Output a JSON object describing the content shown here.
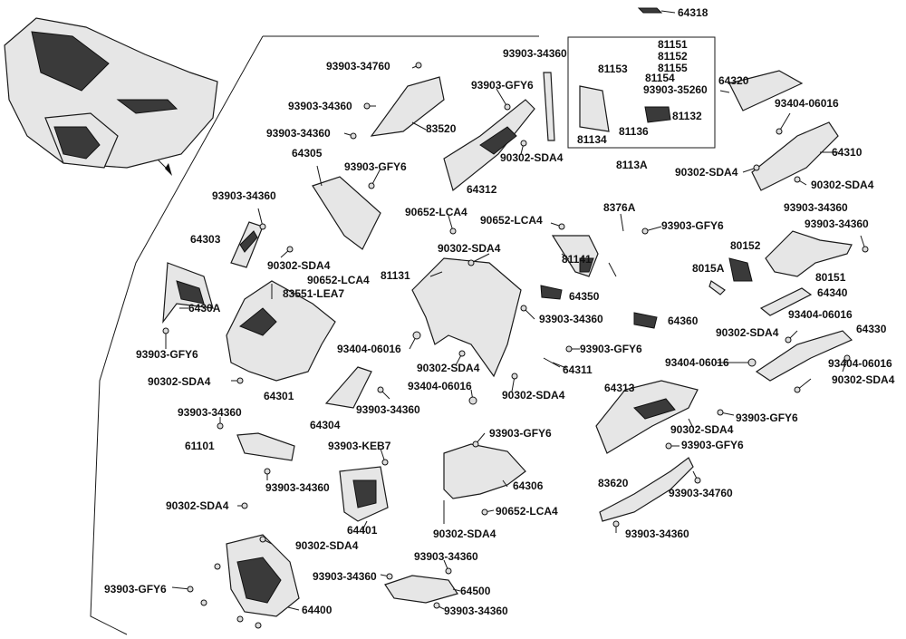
{
  "labels": [
    {
      "text": "64318"
    },
    {
      "text": "93903-34760"
    },
    {
      "text": "93903-34360"
    },
    {
      "text": "81151"
    },
    {
      "text": "81152"
    },
    {
      "text": "81153"
    },
    {
      "text": "81155"
    },
    {
      "text": "81154"
    },
    {
      "text": "93903-35260"
    },
    {
      "text": "81132"
    },
    {
      "text": "81136"
    },
    {
      "text": "81134"
    },
    {
      "text": "8113A"
    },
    {
      "text": "64320"
    },
    {
      "text": "93404-06016"
    },
    {
      "text": "93903-GFY6"
    },
    {
      "text": "83520"
    },
    {
      "text": "93903-34360"
    },
    {
      "text": "93903-34360"
    },
    {
      "text": "90302-SDA4"
    },
    {
      "text": "64310"
    },
    {
      "text": "64305"
    },
    {
      "text": "93903-GFY6"
    },
    {
      "text": "64312"
    },
    {
      "text": "90302-SDA4"
    },
    {
      "text": "90302-SDA4"
    },
    {
      "text": "93903-34360"
    },
    {
      "text": "93903-34360"
    },
    {
      "text": "8376A"
    },
    {
      "text": "90652-LCA4"
    },
    {
      "text": "90652-LCA4"
    },
    {
      "text": "93903-GFY6"
    },
    {
      "text": "93903-34360"
    },
    {
      "text": "64303"
    },
    {
      "text": "90302-SDA4"
    },
    {
      "text": "81131"
    },
    {
      "text": "81141"
    },
    {
      "text": "80152"
    },
    {
      "text": "90302-SDA4"
    },
    {
      "text": "90652-LCA4"
    },
    {
      "text": "8015A"
    },
    {
      "text": "80151"
    },
    {
      "text": "83551-LEA7"
    },
    {
      "text": "64350"
    },
    {
      "text": "64340"
    },
    {
      "text": "6430A"
    },
    {
      "text": "93903-34360"
    },
    {
      "text": "64360"
    },
    {
      "text": "93404-06016"
    },
    {
      "text": "93903-GFY6"
    },
    {
      "text": "90302-SDA4"
    },
    {
      "text": "64330"
    },
    {
      "text": "93404-06016"
    },
    {
      "text": "93903-GFY6"
    },
    {
      "text": "93404-06016"
    },
    {
      "text": "93404-06016"
    },
    {
      "text": "90302-SDA4"
    },
    {
      "text": "64311"
    },
    {
      "text": "90302-SDA4"
    },
    {
      "text": "93404-06016"
    },
    {
      "text": "64301"
    },
    {
      "text": "64304"
    },
    {
      "text": "93903-34360"
    },
    {
      "text": "90302-SDA4"
    },
    {
      "text": "64313"
    },
    {
      "text": "93903-34360"
    },
    {
      "text": "90302-SDA4"
    },
    {
      "text": "93903-GFY6"
    },
    {
      "text": "61101"
    },
    {
      "text": "93903-GFY6"
    },
    {
      "text": "93903-KEB7"
    },
    {
      "text": "93903-GFY6"
    },
    {
      "text": "64306"
    },
    {
      "text": "93903-34360"
    },
    {
      "text": "83620"
    },
    {
      "text": "93903-34760"
    },
    {
      "text": "90302-SDA4"
    },
    {
      "text": "90652-LCA4"
    },
    {
      "text": "64401"
    },
    {
      "text": "90302-SDA4"
    },
    {
      "text": "93903-34360"
    },
    {
      "text": "90302-SDA4"
    },
    {
      "text": "93903-34360"
    },
    {
      "text": "93903-34360"
    },
    {
      "text": "93903-GFY6"
    },
    {
      "text": "64500"
    },
    {
      "text": "64400"
    },
    {
      "text": "93903-34360"
    }
  ]
}
